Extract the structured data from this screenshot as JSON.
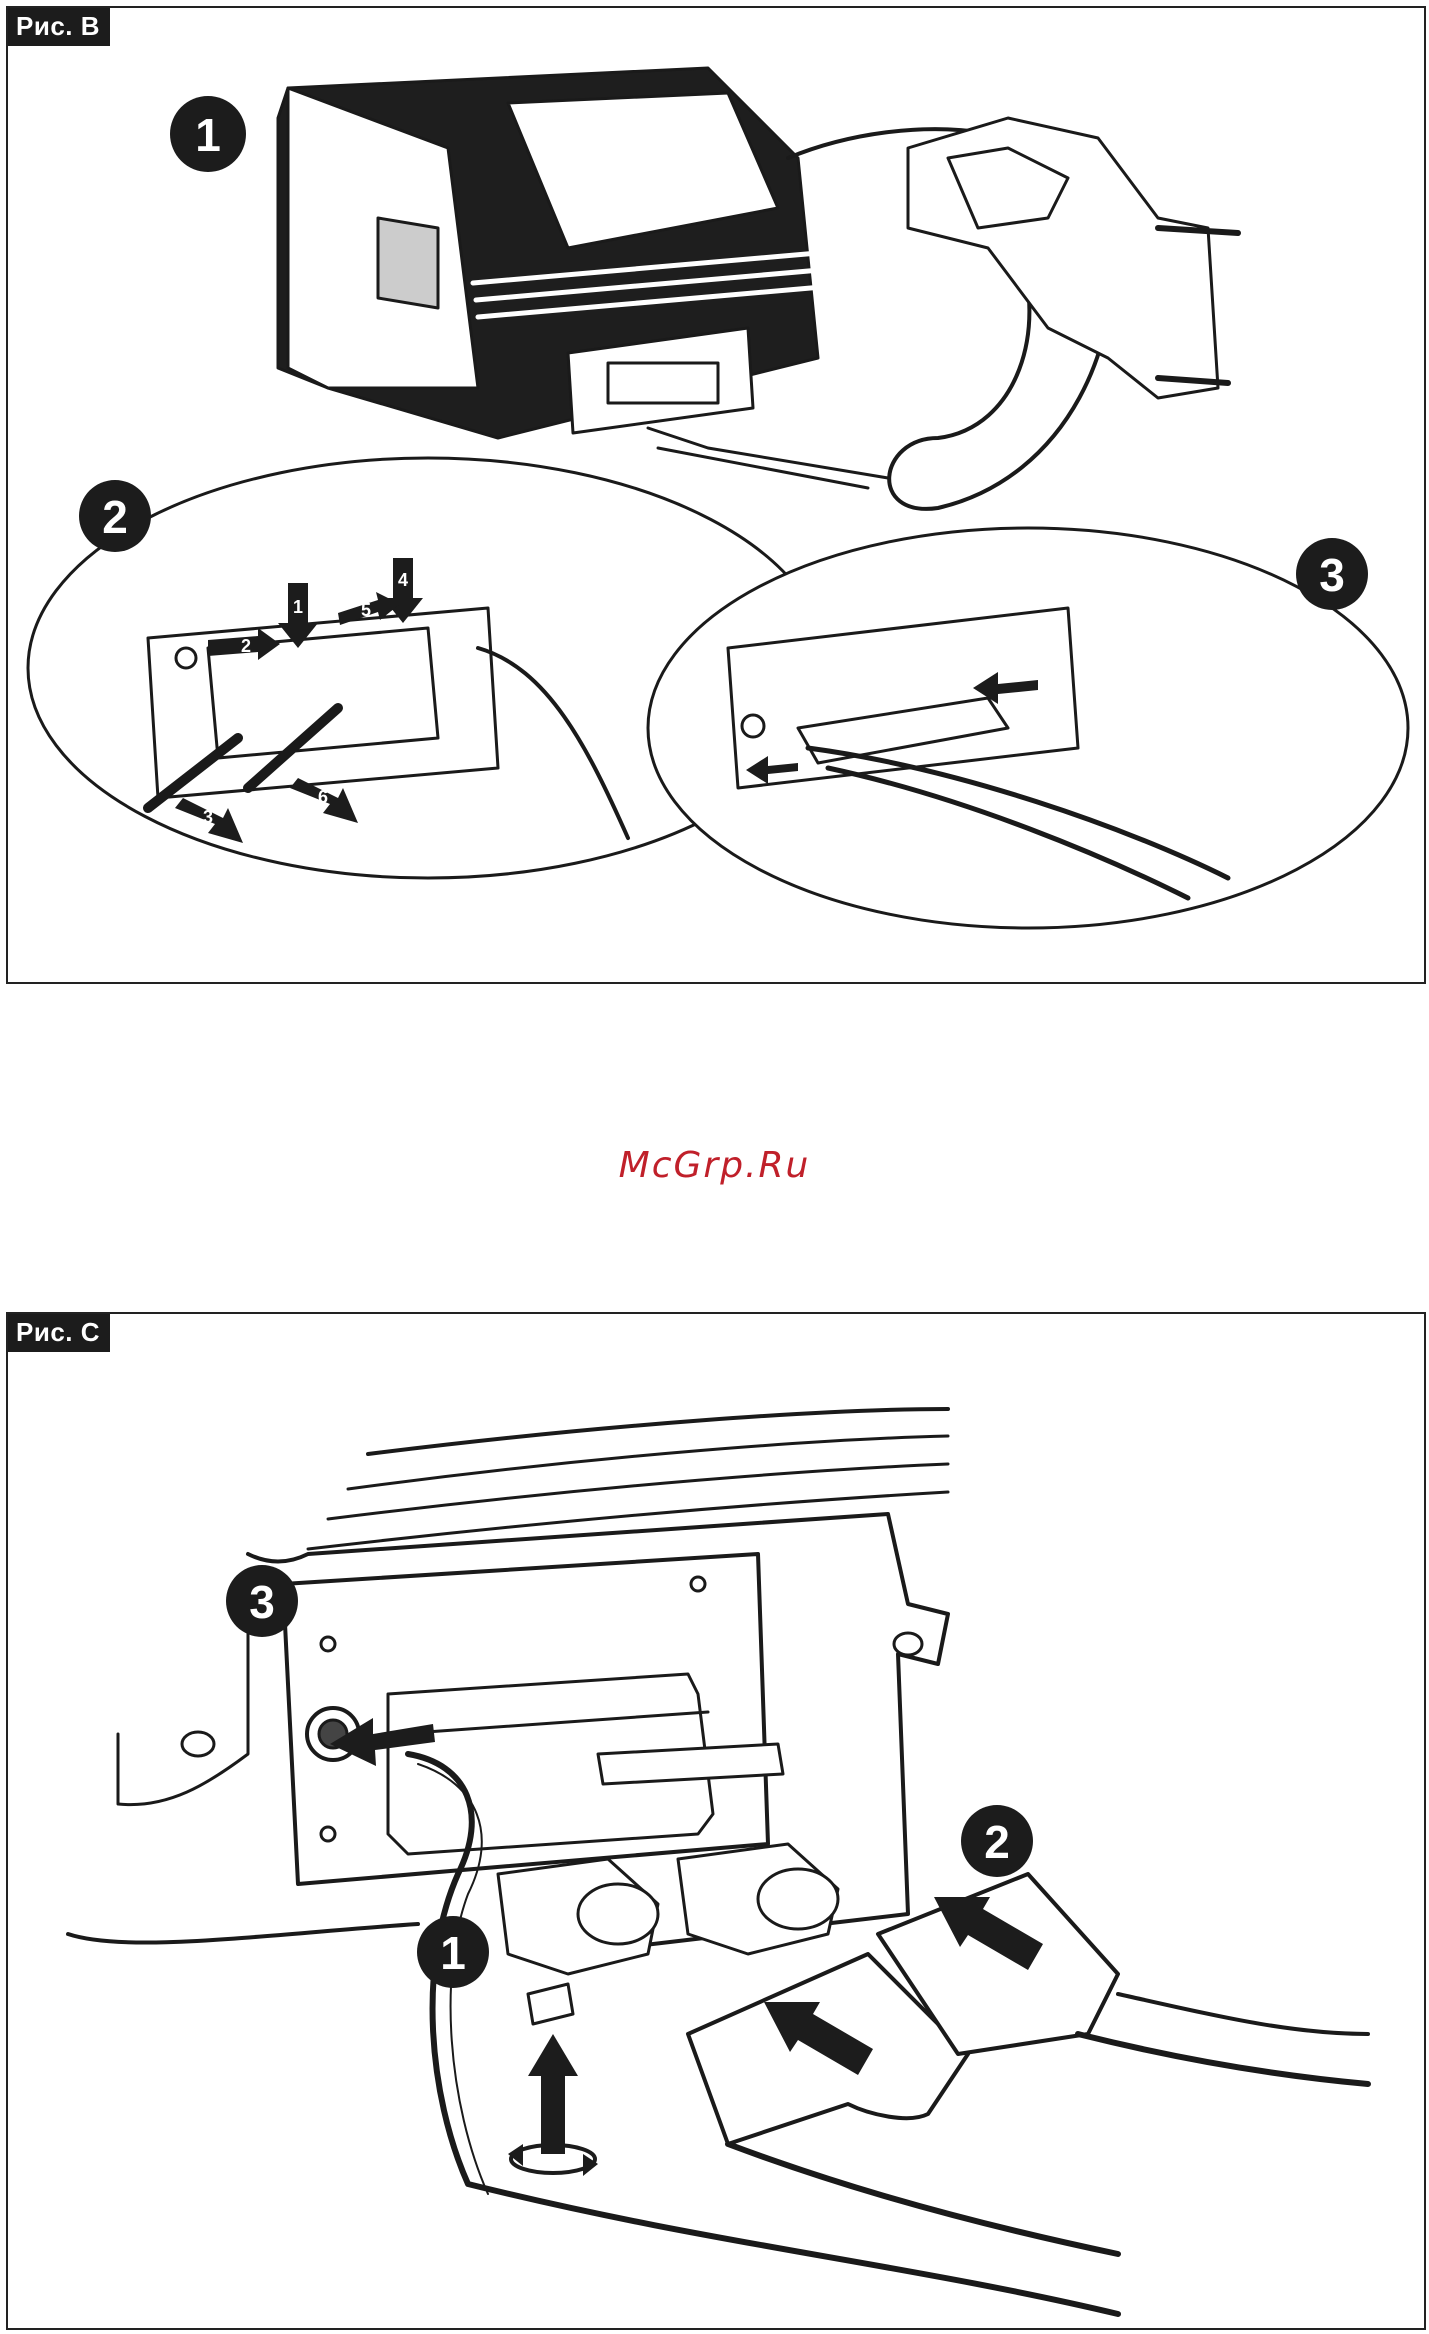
{
  "figure_b": {
    "tag": "Рис. B",
    "callouts": [
      "1",
      "2",
      "3"
    ],
    "arrow_labels": [
      "1",
      "2",
      "3",
      "4",
      "5",
      "6"
    ]
  },
  "watermark": "McGrp.Ru",
  "figure_c": {
    "tag": "Рис. C",
    "callouts": [
      "1",
      "2",
      "3"
    ]
  },
  "colors": {
    "line": "#1a1a1a",
    "badge": "#1c1c1c",
    "watermark": "#c0202a"
  }
}
